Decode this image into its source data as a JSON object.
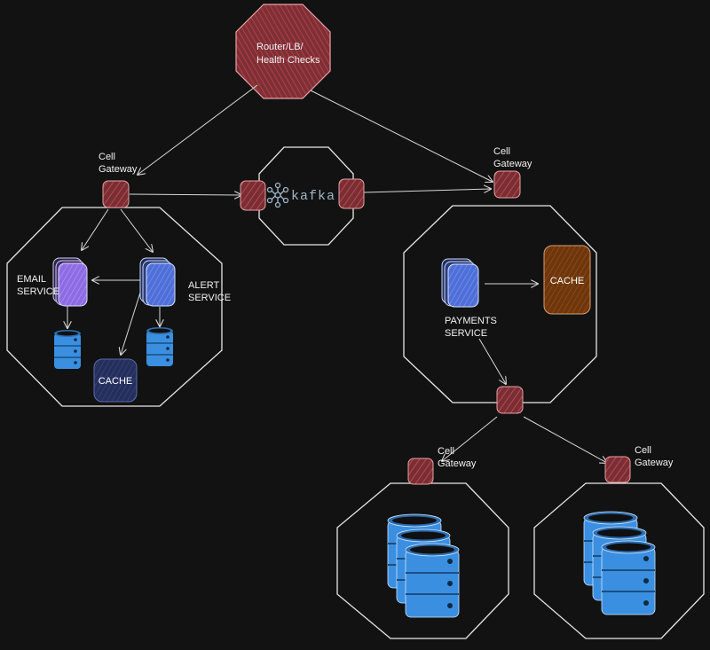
{
  "router": {
    "line1": "Router/LB/",
    "line2": "Health Checks"
  },
  "cell_gateway": {
    "line1": "Cell",
    "line2": "Gateway"
  },
  "kafka": {
    "label": "kafka"
  },
  "cell_a": {
    "email_service": {
      "line1": "EMAIL",
      "line2": "SERVICE"
    },
    "alert_service": {
      "line1": "ALERT",
      "line2": "SERVICE"
    },
    "cache": "CACHE"
  },
  "cell_b": {
    "payments_service": {
      "line1": "PAYMENTS",
      "line2": "SERVICE"
    },
    "cache": "CACHE"
  },
  "colors": {
    "background": "#121212",
    "gateway_fill": "#7a2e33",
    "router_fill": "#8a343a",
    "email_service": "#9b7bea",
    "alert_service": "#5e7fe0",
    "payments_service": "#5e7fe0",
    "db_blue": "#3b8fe0",
    "cache_navy": "#2a3566",
    "cache_brown": "#7a3d10",
    "outline": "#e8e8e8"
  }
}
